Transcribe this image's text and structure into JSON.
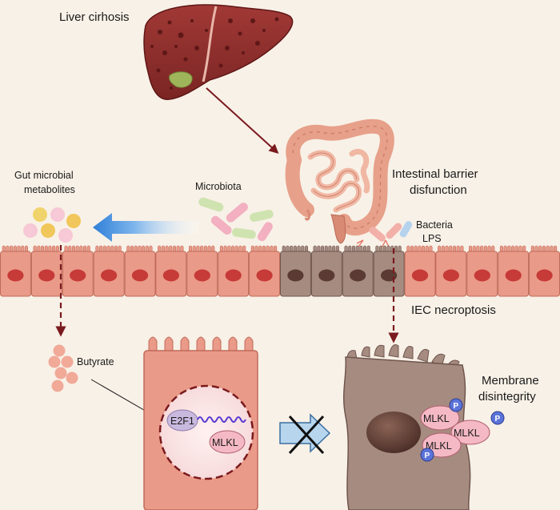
{
  "labels": {
    "liver": "Liver cirhosis",
    "gut_metabolites_line1": "Gut microbial",
    "gut_metabolites_line2": "metabolites",
    "microbiota": "Microbiota",
    "barrier_line1": "Intestinal barrier",
    "barrier_line2": "disfunction",
    "bacteria": "Bacteria",
    "lps": "LPS",
    "iec": "IEC necroptosis",
    "butyrate": "Butyrate",
    "membrane_line1": "Membrane",
    "membrane_line2": "disintegrity",
    "e2f1": "E2F1",
    "mlkl": "MLKL",
    "phospho": "P"
  },
  "colors": {
    "background": "#f8f1e7",
    "liver": "#8e2e2c",
    "liver_spots": "#5e1716",
    "gallbladder": "#9fb55a",
    "intestine": "#e7a08a",
    "healthy_cell": "#ea9a88",
    "healthy_nucleus": "#c63a37",
    "damaged_cell": "#a68b81",
    "damaged_nucleus": "#5a3a33",
    "arrow_dark": "#7a1a1e",
    "arrow_blue": "#3f8fdf",
    "mlkl": "#f4b9c4",
    "phospho": "#5b73d9",
    "e2f1": "#c9b9df",
    "dna_wave": "#5a3ad4"
  },
  "cells": {
    "healthy_left_count": 9,
    "damaged_count": 4,
    "healthy_right_count": 5
  }
}
